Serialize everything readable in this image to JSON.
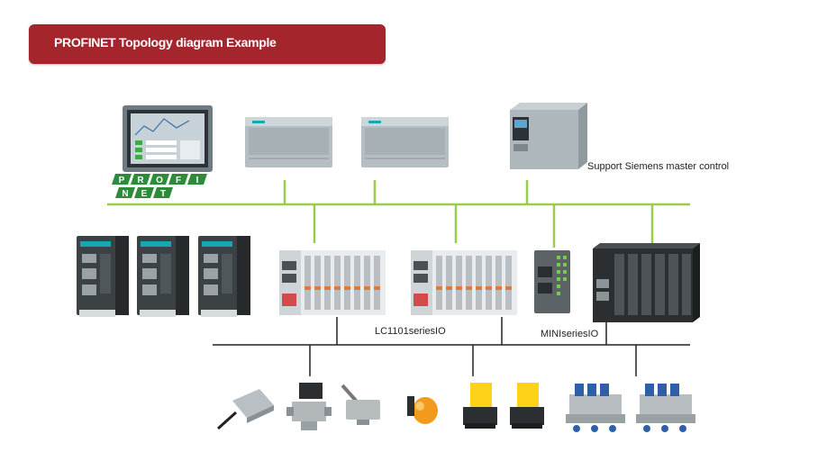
{
  "header": {
    "title": "PROFINET Topology diagram Example"
  },
  "profinet_logo": {
    "row1": [
      "P",
      "R",
      "O",
      "F",
      "I"
    ],
    "row2": [
      "N",
      "E",
      "T"
    ]
  },
  "labels": {
    "master_support": "Support Siemens master control",
    "lc1101": "LC1101seriesIO",
    "mini": "MINIseriesIO"
  },
  "colors": {
    "banner": "#a5252d",
    "profinet_bus": "#9bcb4a",
    "io_bus": "#222222",
    "profinet_logo": "#2e8b3a"
  },
  "devices": {
    "masters": [
      "hmi-panel",
      "plc-s7-1200",
      "plc-s7-1200",
      "plc-s7-1500"
    ],
    "drives": [
      "servo-drive",
      "servo-drive",
      "servo-drive"
    ],
    "io_modules": [
      "lc1101-io-module",
      "lc1101-io-module",
      "mini-io-module",
      "io-rack"
    ],
    "field_devices": [
      "inclinometer-sensor",
      "solenoid-valve",
      "limit-switch",
      "indicator-lamp",
      "relay",
      "relay",
      "pneumatic-valve-manifold",
      "pneumatic-valve-manifold"
    ]
  }
}
